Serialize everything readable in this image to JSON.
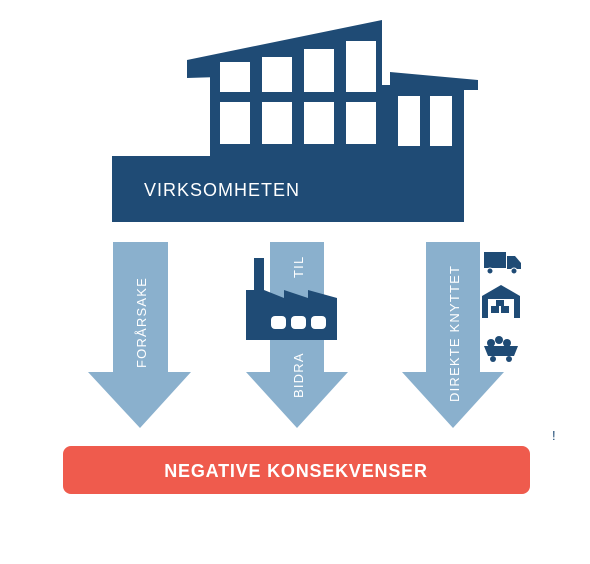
{
  "building": {
    "label": "VIRKSOMHETEN"
  },
  "arrows": [
    {
      "label": "FORÅRSAKE"
    },
    {
      "label_top": "TIL",
      "label_bottom": "BIDRA"
    },
    {
      "label": "DIREKTE KNYTTET"
    }
  ],
  "consequences": {
    "label": "NEGATIVE KONSEKVENSER"
  },
  "stray_mark": "!",
  "icons": [
    "factory-icon",
    "truck-icon",
    "warehouse-icon",
    "mine-cart-icon"
  ],
  "colors": {
    "building": "#1f4b75",
    "arrow": "#8ab0cd",
    "consequences": "#ef5b4d",
    "text": "#ffffff"
  }
}
